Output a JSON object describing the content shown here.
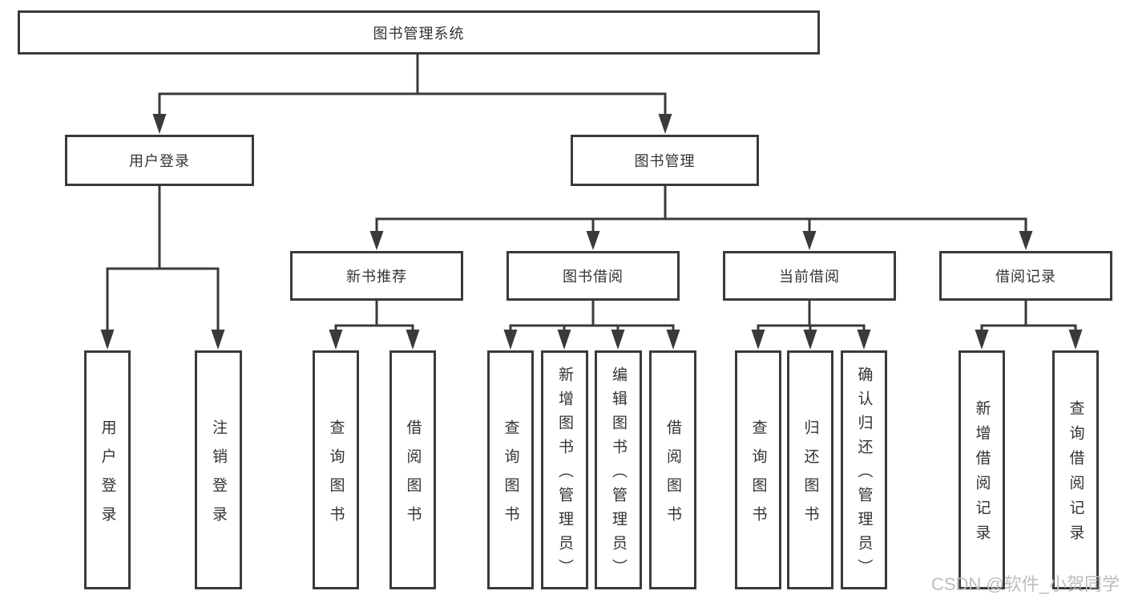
{
  "diagram": {
    "root": "图书管理系统",
    "level2": {
      "user": "用户登录",
      "book": "图书管理"
    },
    "user_children": [
      "用户登录",
      "注销登录"
    ],
    "groups": [
      {
        "label": "新书推荐",
        "children": [
          "查询图书",
          "借阅图书"
        ]
      },
      {
        "label": "图书借阅",
        "children": [
          "查询图书",
          "新增图书（管理员）",
          "编辑图书（管理员）",
          "借阅图书"
        ]
      },
      {
        "label": "当前借阅",
        "children": [
          "查询图书",
          "归还图书",
          "确认归还（管理员）"
        ]
      },
      {
        "label": "借阅记录",
        "children": [
          "新增借阅记录",
          "查询借阅记录"
        ]
      }
    ]
  },
  "watermark": "CSDN @软件_小贺同学",
  "colors": {
    "line": "#3a3a3a",
    "text": "#333333",
    "watermark": "#bdbdbd",
    "background": "#ffffff"
  }
}
